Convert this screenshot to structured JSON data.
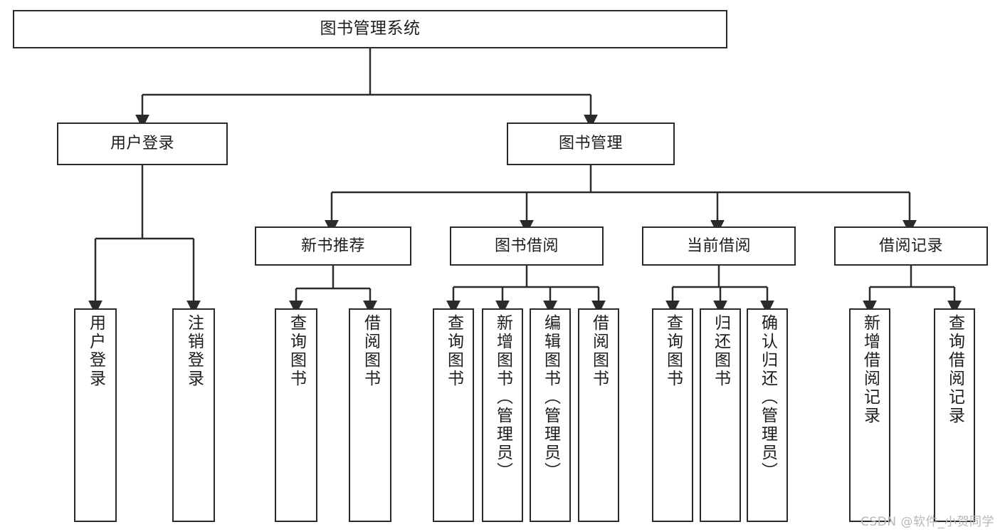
{
  "diagram": {
    "title": "图书管理系统",
    "type": "tree",
    "watermark": "CSDN @软件_小贺同学",
    "colors": {
      "box_border": "#2b2b2b",
      "box_fill": "#ffffff",
      "connector": "#2b2b2b",
      "text": "#1d1d1d",
      "watermark": "#b8b8b8",
      "background": "#ffffff"
    },
    "root": {
      "label": "图书管理系统"
    },
    "level2": [
      {
        "id": "user-login",
        "label": "用户登录"
      },
      {
        "id": "book-manage",
        "label": "图书管理"
      }
    ],
    "level3": [
      {
        "id": "new-book-recommend",
        "label": "新书推荐"
      },
      {
        "id": "book-borrow",
        "label": "图书借阅"
      },
      {
        "id": "current-borrow",
        "label": "当前借阅"
      },
      {
        "id": "borrow-record",
        "label": "借阅记录"
      }
    ],
    "leaves": [
      {
        "id": "leaf-user-login",
        "parent": "user-login",
        "label": "用户登录"
      },
      {
        "id": "leaf-logout",
        "parent": "user-login",
        "label": "注销登录"
      },
      {
        "id": "leaf-query-book-1",
        "parent": "new-book-recommend",
        "label": "查询图书"
      },
      {
        "id": "leaf-borrow-book-1",
        "parent": "new-book-recommend",
        "label": "借阅图书"
      },
      {
        "id": "leaf-query-book-2",
        "parent": "book-borrow",
        "label": "查询图书"
      },
      {
        "id": "leaf-add-book",
        "parent": "book-borrow",
        "label": "新增图书（管理员）"
      },
      {
        "id": "leaf-edit-book",
        "parent": "book-borrow",
        "label": "编辑图书（管理员）"
      },
      {
        "id": "leaf-borrow-book-2",
        "parent": "book-borrow",
        "label": "借阅图书"
      },
      {
        "id": "leaf-query-book-3",
        "parent": "current-borrow",
        "label": "查询图书"
      },
      {
        "id": "leaf-return-book",
        "parent": "current-borrow",
        "label": "归还图书"
      },
      {
        "id": "leaf-confirm-return",
        "parent": "current-borrow",
        "label": "确认归还（管理员）"
      },
      {
        "id": "leaf-add-record",
        "parent": "borrow-record",
        "label": "新增借阅记录"
      },
      {
        "id": "leaf-query-record",
        "parent": "borrow-record",
        "label": "查询借阅记录"
      }
    ]
  }
}
